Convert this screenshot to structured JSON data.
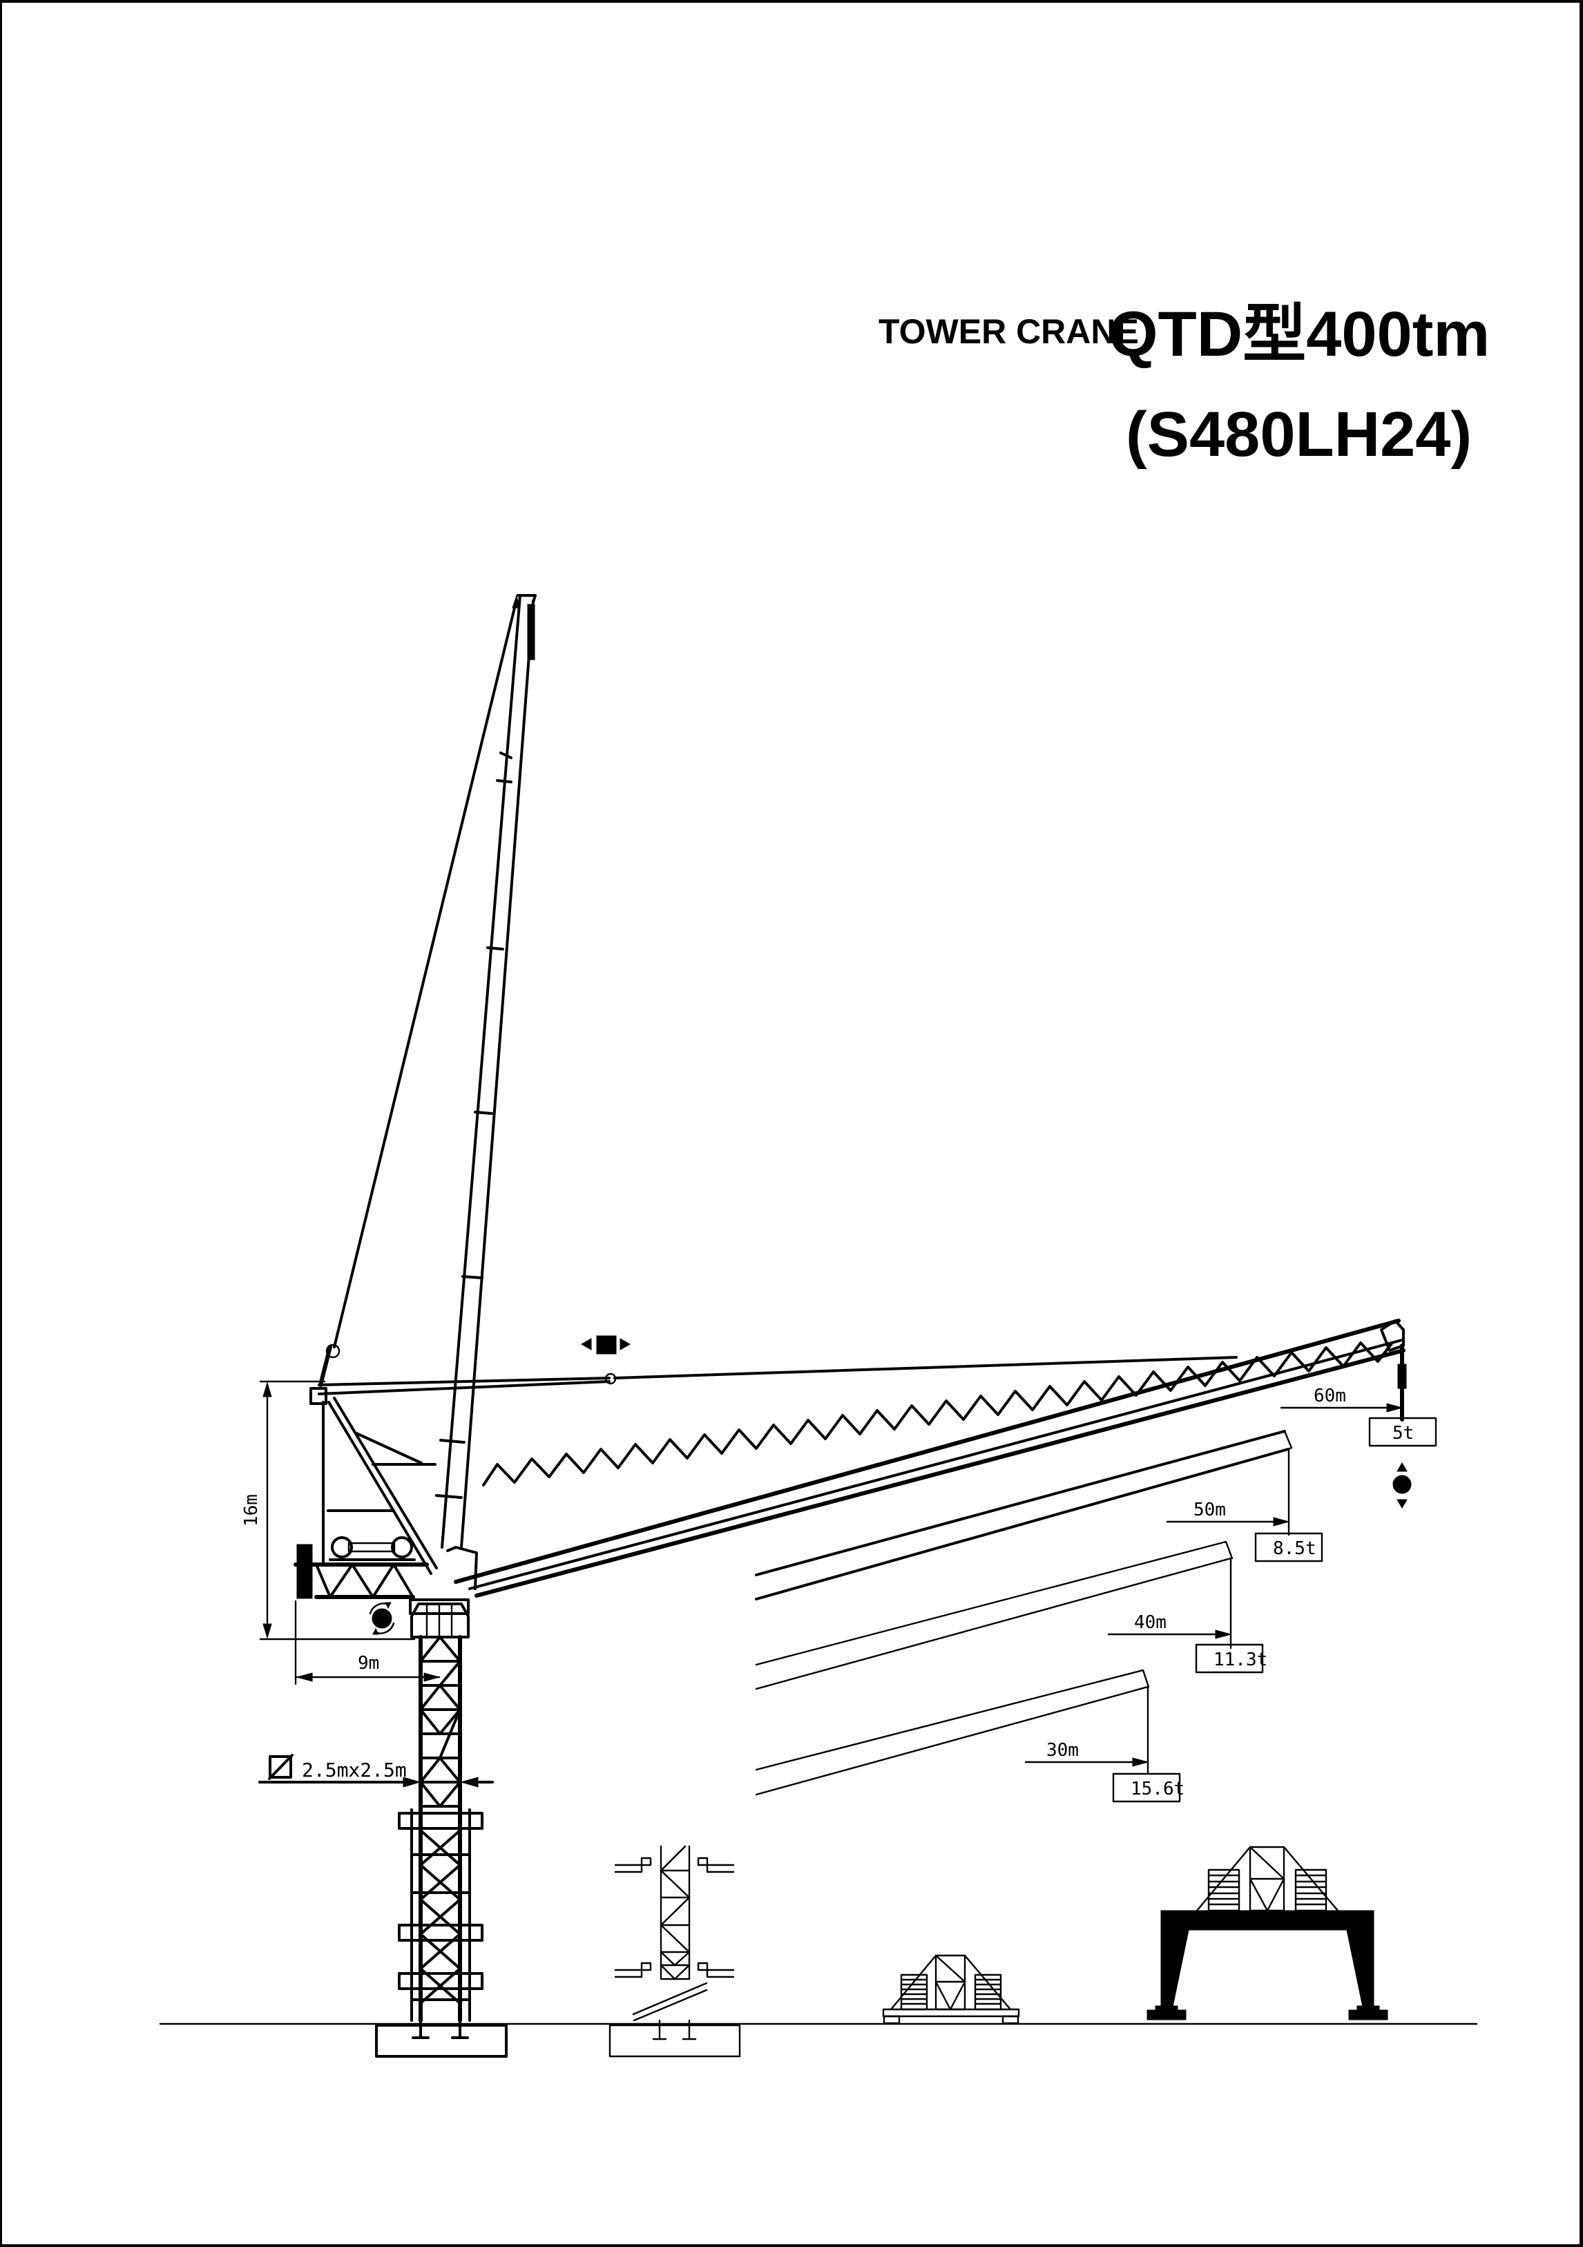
{
  "header": {
    "subtitle": "TOWER CRANE",
    "model": "QTD型400tm",
    "model_code": "(S480LH24)"
  },
  "dimensions": {
    "height_label": "16m",
    "counter_jib_label": "9m",
    "mast_section_symbol": "square-section-icon",
    "mast_section_label": "2.5mx2.5m"
  },
  "load_chart": {
    "entries": [
      {
        "radius": "60m",
        "capacity": "5t"
      },
      {
        "radius": "50m",
        "capacity": "8.5t"
      },
      {
        "radius": "40m",
        "capacity": "11.3t"
      },
      {
        "radius": "30m",
        "capacity": "15.6t"
      }
    ]
  },
  "icons": {
    "trolley_motion": "left-right-move-icon",
    "hoist_motion": "up-down-hoist-icon",
    "slewing": "rotate-slew-icon"
  },
  "base_variants": [
    {
      "name": "climbing-frame-base"
    },
    {
      "name": "fixed-ballast-base"
    },
    {
      "name": "portal-gantry-base"
    }
  ],
  "colors": {
    "line": "#000000",
    "background": "#ffffff"
  }
}
